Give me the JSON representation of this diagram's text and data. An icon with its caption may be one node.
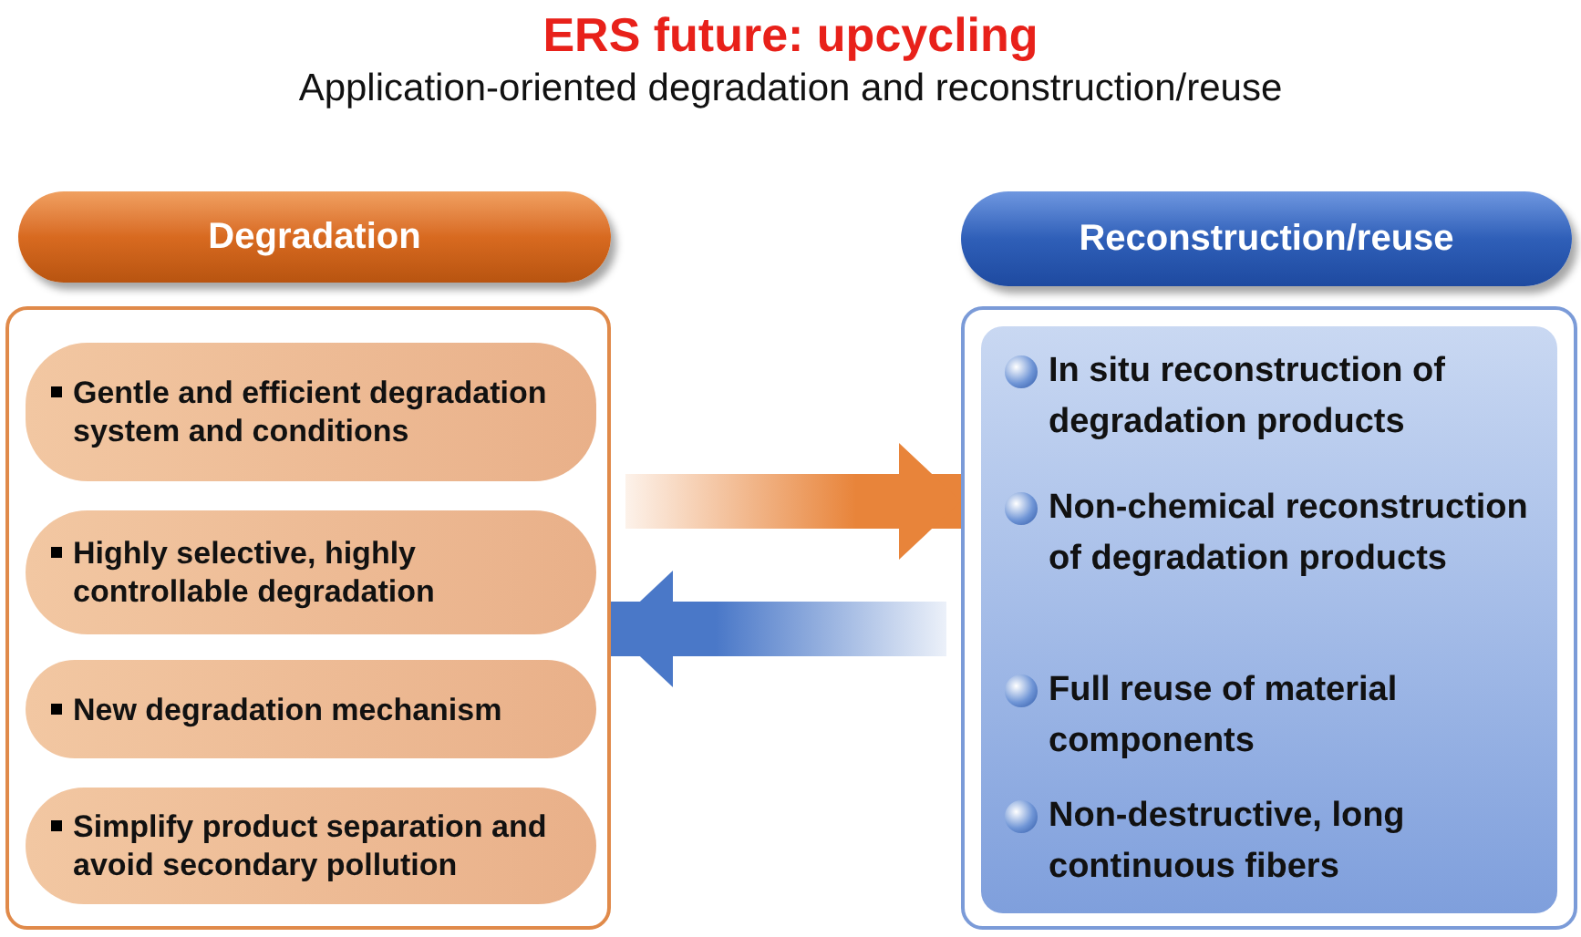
{
  "diagram": {
    "title": "ERS future: upcycling",
    "caption": "Application-oriented degradation and reconstruction/reuse",
    "nodes": [
      {
        "text": [
          "Degradation"
        ]
      },
      {
        "text": [],
        "shape": "box"
      },
      {
        "text": [
          "Gentle and efficient degradation system and conditions"
        ],
        "in": 1
      },
      {
        "text": [
          "Highly selective, highly controllable degradation"
        ],
        "in": 1
      },
      {
        "text": [
          "New degradation mechanism"
        ],
        "in": 1
      },
      {
        "text": [
          "Simplify product separation and avoid secondary pollution"
        ],
        "in": 1
      },
      {
        "text": [
          "Reconstruction/reuse"
        ]
      },
      {
        "text": [],
        "shape": "box"
      },
      {
        "text": [
          "In situ reconstruction of degradation products"
        ],
        "in": 7
      },
      {
        "text": [
          "Non-chemical reconstruction of degradation products"
        ],
        "in": 7
      },
      {
        "text": [
          "Full reuse of material components"
        ],
        "in": 7
      },
      {
        "text": [
          "Non-destructive, long continuous fibers"
        ],
        "in": 7
      }
    ],
    "edges": [
      {
        "from": 1,
        "to": 7,
        "arrow": "to",
        "style": "thick",
        "color": "#e8843a"
      },
      {
        "from": 7,
        "to": 1,
        "arrow": "to",
        "style": "thick",
        "color": "#4a78c8"
      }
    ]
  }
}
